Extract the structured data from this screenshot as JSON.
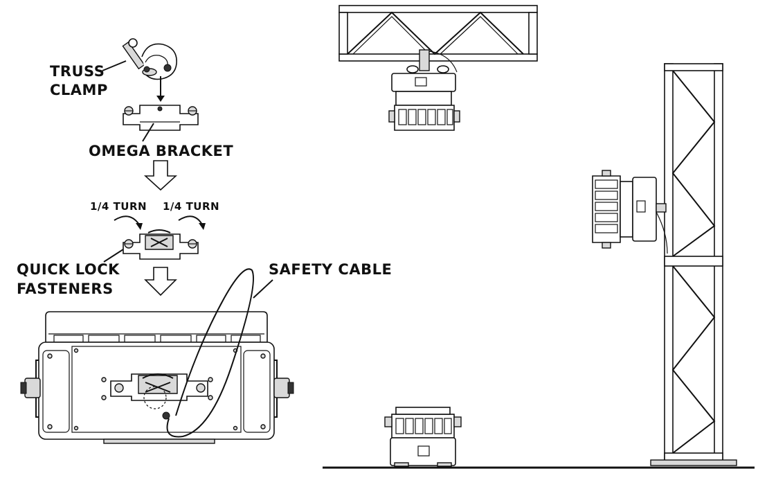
{
  "labels": {
    "truss_clamp_line1": "TRUSS",
    "truss_clamp_line2": "CLAMP",
    "omega_bracket": "OMEGA BRACKET",
    "turn_left": "1/4 TURN",
    "turn_right": "1/4 TURN",
    "quick_lock_line1": "QUICK LOCK",
    "quick_lock_line2": "FASTENERS",
    "safety_cable": "SAFETY CABLE"
  },
  "icons": {
    "clamp": "truss-clamp-icon",
    "bracket": "omega-bracket-icon",
    "arrow": "down-arrow-icon",
    "fixture": "led-fixture-icon",
    "truss": "truss-section-icon"
  },
  "colors": {
    "line": "#111111",
    "background": "#ffffff",
    "shade": "#d9d9d9"
  }
}
